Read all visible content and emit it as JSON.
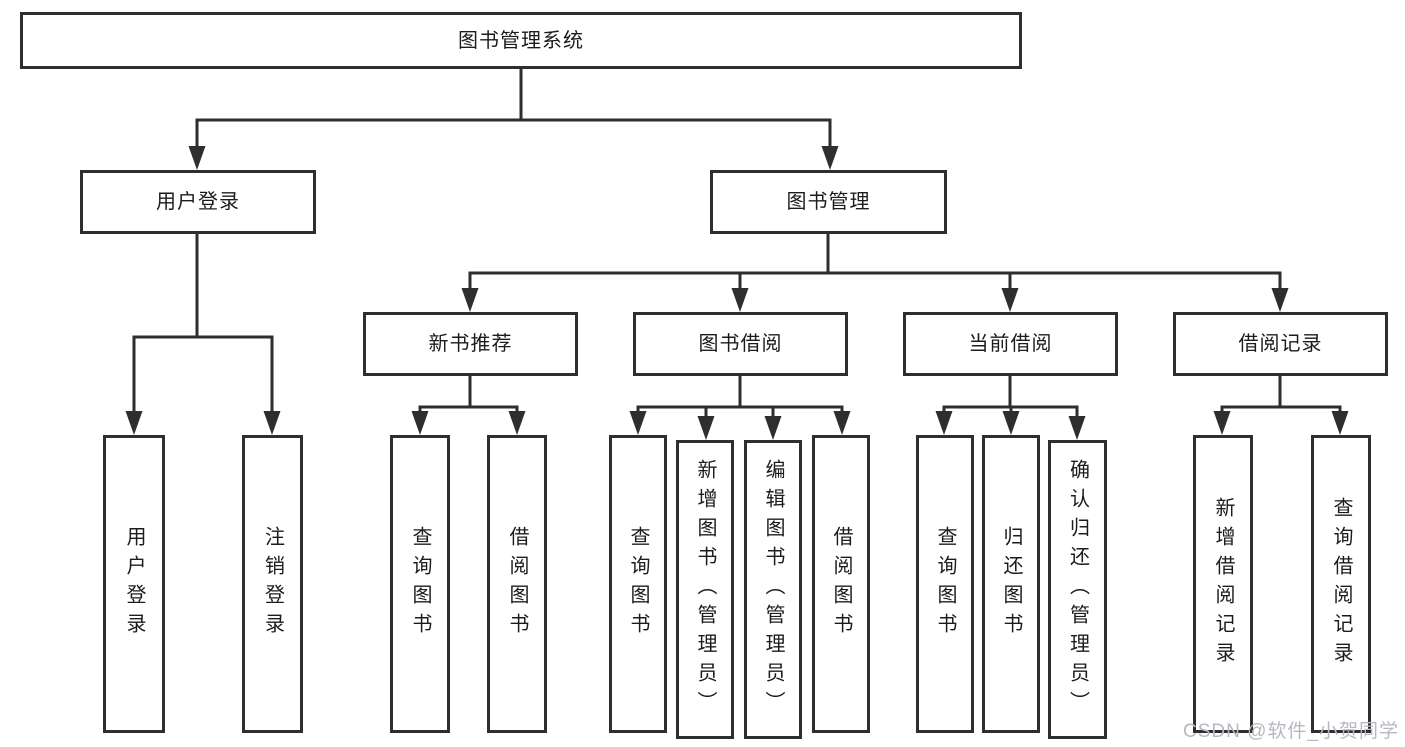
{
  "diagram": {
    "root": "图书管理系统",
    "level2": {
      "user_login": "用户登录",
      "book_management": "图书管理"
    },
    "level3": {
      "new_book_recommend": "新书推荐",
      "book_borrowing": "图书借阅",
      "current_borrowing": "当前借阅",
      "borrowing_records": "借阅记录"
    },
    "leaves": {
      "user_login": "用户登录",
      "logout": "注销登录",
      "nbr_query_books": "查询图书",
      "nbr_borrow_books": "借阅图书",
      "bb_query_books": "查询图书",
      "bb_add_books_admin": "新增图书（管理员）",
      "bb_edit_books_admin": "编辑图书（管理员）",
      "bb_borrow_books": "借阅图书",
      "cb_query_books": "查询图书",
      "cb_return_books": "归还图书",
      "cb_confirm_return_admin": "确认归还（管理员）",
      "br_add_record": "新增借阅记录",
      "br_query_record": "查询借阅记录"
    }
  },
  "watermark": {
    "text": "CSDN @软件_小贺同学",
    "color": "#b6b9bf"
  },
  "colors": {
    "line": "#2e2e2e",
    "box_border": "#2e2e2e",
    "box_background": "#ffffff",
    "text": "#1c1c1c",
    "page_background": "#ffffff"
  }
}
